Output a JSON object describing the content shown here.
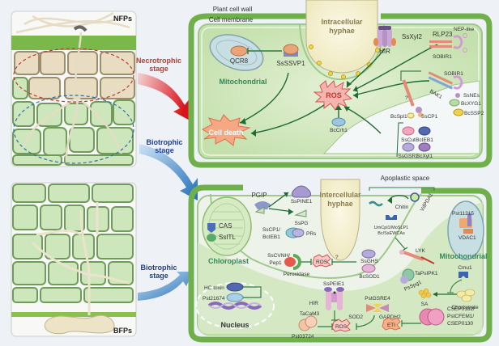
{
  "panels": {
    "top_left_tag": "NFPs",
    "bottom_left_tag": "BFPs"
  },
  "stages": {
    "necro": "Necrotrophic stage",
    "necro_l1": "Necrotrophic",
    "necro_l2": "stage",
    "bio_top_l1": "Biotrophic",
    "bio_top_l2": "stage",
    "bio_bottom_l1": "Biotrophic",
    "bio_bottom_l2": "stage"
  },
  "top_cell": {
    "cell_wall_label": "Plant cell wall",
    "membrane_label": "Cell membrane",
    "hyphae_l1": "Intracellular",
    "hyphae_l2": "hyphae",
    "mito_label": "Mitochondrial",
    "qcr8": "QCR8",
    "sssvp1": "SsSSVP1",
    "ros": "ROS",
    "cell_death": "Cell death",
    "bccrh1": "BcCrh1",
    "hir": "HIR",
    "ssxyl2": "SsXyl2",
    "rlp23": "RLP23",
    "nep_like": "NEP-like",
    "sobir1_a": "SOBIR1",
    "sobir1_b": "SOBIR1",
    "bak1": "BAK1",
    "ssnes": "SsNEs",
    "bcxyg1": "BcXYG1",
    "bcssp2": "BcSSP2",
    "question": "?",
    "bcspl1": "BcSpl1",
    "sscp1": "SsCP1",
    "sscut": "SsCut",
    "bcieb1": "BcIEB1",
    "ssgsr1": "SsGSR1",
    "bcxyl1": "BcXyl1"
  },
  "bottom_cell": {
    "apoplastic": "Apoplastic space",
    "hyphae_l1": "Intercellular",
    "hyphae_l2": "hyphae",
    "pgip": "PGIP",
    "sspine1": "SsPINE1",
    "sspg": "SsPG",
    "cas": "CAS",
    "ssitl": "SsITL",
    "chloroplast": "Chloroplast",
    "sscp1_l1": "SsCP1/",
    "sscp1_l2": "BcIEB1",
    "prs": "PRs",
    "sscvnh_l1": "SsCVNH/",
    "sscvnh_l2": "Pep1",
    "peroxidase": "Peroxidase",
    "ros1": "ROS",
    "q": "?",
    "ssghs": "SsGHS",
    "bcsod1": "BcSOD1",
    "chitin": "Chitin",
    "vdpda1": "VdPDA1",
    "umcpl_l1": "UmCpl1/MoSLP1",
    "umcpl_l2": "Bc/SsEWCAs",
    "lyk": "LYK",
    "pst11215": "Pst11215",
    "vdac1": "VDAC1",
    "mito": "Mitochondrial",
    "hc_toxin": "HC toxin",
    "pst21674": "Pst21674",
    "nucleus": "Nucleus",
    "sspeie1": "SsPEIE1",
    "hir": "HIR",
    "tacam3": "TaCaM3",
    "pst03724": "Pst03724",
    "ros2": "ROS",
    "pstgsre4": "PstGSRE4",
    "sod2": "SOD2",
    "gapdh2": "GAPDH2",
    "ros3": "ROS",
    "tapsipk1": "TaPsIPK1",
    "psspg1": "PsSpg1",
    "cmu1": "Cmu1",
    "sa": "SA",
    "chorismate": "Chorismate",
    "eti": "ETI",
    "csep_l1": "CSEP0182/",
    "csep_l2": "PstCFEM1/",
    "csep_l3": "CSEP0130"
  }
}
